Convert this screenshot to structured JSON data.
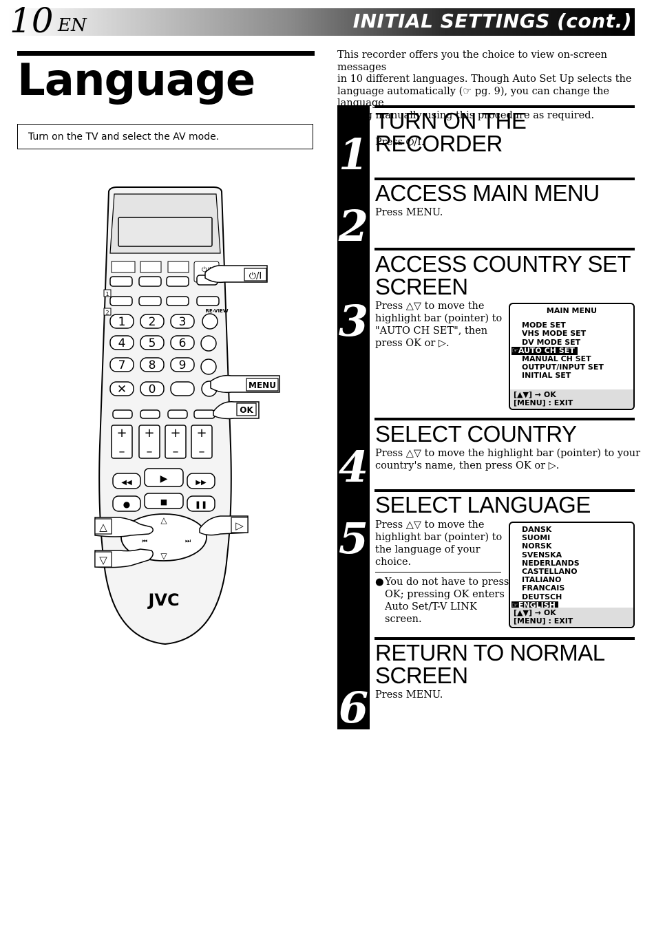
{
  "header": {
    "page_number": "10",
    "page_lang": "EN",
    "section_title": "INITIAL SETTINGS (cont.)"
  },
  "page_title": "Language",
  "prep_note": "Turn on the TV and select the AV mode.",
  "intro_lines": [
    "This recorder offers you the choice to view on-screen messages",
    "in 10 different languages. Though Auto Set Up selects the",
    "language automatically (☞ pg. 9), you can change the language",
    "setting manually using this procedure as required."
  ],
  "steps": [
    {
      "num": "1",
      "head_lines": [
        "TURN ON THE RECORDER"
      ],
      "lines": [
        "Press ⏻/I."
      ]
    },
    {
      "num": "2",
      "head_lines": [
        "ACCESS MAIN MENU"
      ],
      "lines": [
        "Press MENU."
      ]
    },
    {
      "num": "3",
      "head_lines": [
        "ACCESS COUNTRY SET",
        "SCREEN"
      ],
      "lines": [
        "Press △▽ to move the",
        "highlight bar (pointer) to",
        "\"AUTO CH SET\", then",
        "press OK or ▷."
      ]
    },
    {
      "num": "4",
      "head_lines": [
        "SELECT COUNTRY"
      ],
      "lines": [
        "Press △▽ to move the highlight bar (pointer) to your",
        "country's name, then press OK or ▷."
      ]
    },
    {
      "num": "5",
      "head_lines": [
        "SELECT LANGUAGE"
      ],
      "lines": [
        "Press △▽ to move the",
        "highlight bar (pointer) to",
        "the language of your",
        "choice."
      ],
      "note_lines": [
        "You do not have to press",
        "OK; pressing OK enters",
        "Auto Set/T-V LINK",
        "screen."
      ]
    },
    {
      "num": "6",
      "head_lines": [
        "RETURN TO NORMAL",
        "SCREEN"
      ],
      "lines": [
        "Press MENU."
      ]
    }
  ],
  "main_menu_osd": {
    "title": "MAIN MENU",
    "items": [
      "MODE SET",
      "VHS MODE SET",
      "DV MODE SET",
      "AUTO CH SET",
      "MANUAL CH SET",
      "OUTPUT/INPUT SET",
      "INITIAL SET"
    ],
    "selected": "AUTO CH SET",
    "footer_1": "[▲▼] → OK",
    "footer_2": "[MENU] : EXIT"
  },
  "language_osd": {
    "items": [
      "DANSK",
      "SUOMI",
      "NORSK",
      "SVENSKA",
      "NEDERLANDS",
      "CASTELLANO",
      "ITALIANO",
      "FRANCAIS",
      "DEUTSCH",
      "ENGLISH"
    ],
    "selected": "ENGLISH",
    "footer_1": "[▲▼] → OK",
    "footer_2": "[MENU] : EXIT"
  },
  "remote": {
    "brand": "JVC",
    "callouts": {
      "power": "⏻/I",
      "menu": "MENU",
      "ok": "OK",
      "up": "△",
      "down": "▽",
      "right": "▷"
    },
    "keys": [
      "1",
      "2",
      "3",
      "4",
      "5",
      "6",
      "7",
      "8",
      "9",
      "0"
    ],
    "review_label": "RE-VIEW",
    "power_label": "⏻/I"
  }
}
